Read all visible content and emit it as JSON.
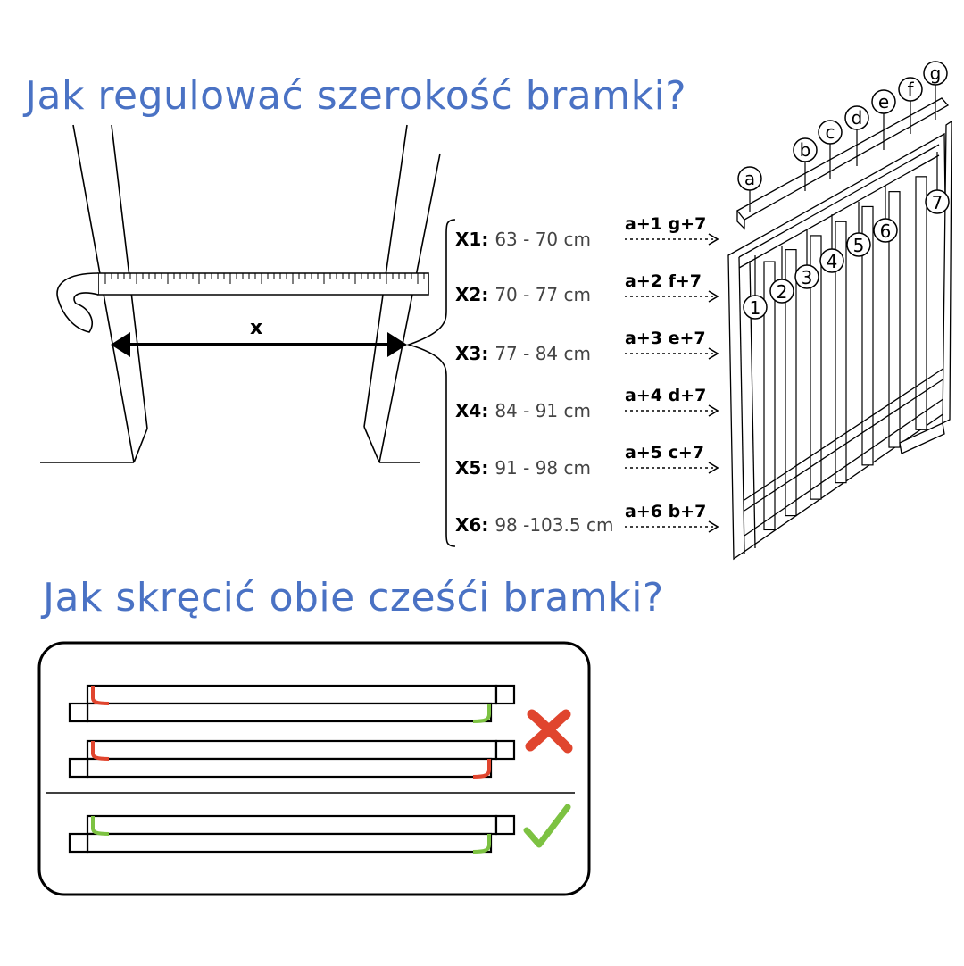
{
  "titles": {
    "width": "Jak regulować szerokość bramki?",
    "assembly": "Jak skręcić obie cześći bramki?"
  },
  "measure_label": "x",
  "sizes": [
    {
      "label": "X1",
      "range": "63 - 70 cm",
      "combo": "a+1  g+7"
    },
    {
      "label": "X2",
      "range": "70 - 77 cm",
      "combo": "a+2  f+7"
    },
    {
      "label": "X3",
      "range": "77 - 84 cm",
      "combo": "a+3  e+7"
    },
    {
      "label": "X4",
      "range": "84 - 91 cm",
      "combo": "a+4  d+7"
    },
    {
      "label": "X5",
      "range": "91 - 98 cm",
      "combo": "a+5  c+7"
    },
    {
      "label": "X6",
      "range": "98 -103.5 cm",
      "combo": "a+6  b+7"
    }
  ],
  "letters": [
    "a",
    "b",
    "c",
    "d",
    "e",
    "f",
    "g"
  ],
  "numbers": [
    "1",
    "2",
    "3",
    "4",
    "5",
    "6",
    "7"
  ],
  "colors": {
    "title": "#4a72c4",
    "wrong": "#e0452e",
    "right": "#7dc242",
    "line": "#000000"
  },
  "icons": {
    "wrong": "cross-icon",
    "right": "check-icon"
  }
}
